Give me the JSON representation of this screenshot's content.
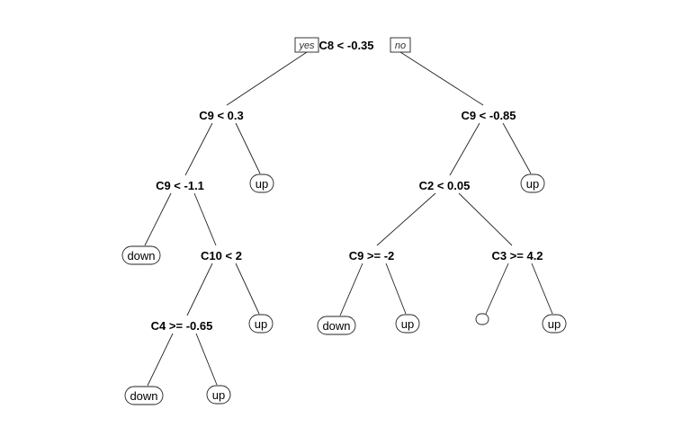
{
  "diagram": {
    "type": "decision-tree",
    "root_branch_labels": {
      "left": "yes",
      "right": "no"
    },
    "nodes": [
      {
        "id": "n1",
        "kind": "split",
        "label": "C8 < -0.35",
        "parent": null
      },
      {
        "id": "n2",
        "kind": "split",
        "label": "C9 < 0.3",
        "parent": "n1",
        "side": "left"
      },
      {
        "id": "n3",
        "kind": "split",
        "label": "C9 < -0.85",
        "parent": "n1",
        "side": "right"
      },
      {
        "id": "n4",
        "kind": "split",
        "label": "C9 < -1.1",
        "parent": "n2",
        "side": "left"
      },
      {
        "id": "n5",
        "kind": "leaf",
        "label": "up",
        "parent": "n2",
        "side": "right"
      },
      {
        "id": "n6",
        "kind": "leaf",
        "label": "down",
        "parent": "n4",
        "side": "left"
      },
      {
        "id": "n7",
        "kind": "split",
        "label": "C10 < 2",
        "parent": "n4",
        "side": "right"
      },
      {
        "id": "n8",
        "kind": "split",
        "label": "C4 >= -0.65",
        "parent": "n7",
        "side": "left"
      },
      {
        "id": "n9",
        "kind": "leaf",
        "label": "up",
        "parent": "n7",
        "side": "right"
      },
      {
        "id": "n10",
        "kind": "leaf",
        "label": "down",
        "parent": "n8",
        "side": "left"
      },
      {
        "id": "n11",
        "kind": "leaf",
        "label": "up",
        "parent": "n8",
        "side": "right"
      },
      {
        "id": "n12",
        "kind": "split",
        "label": "C2 < 0.05",
        "parent": "n3",
        "side": "left"
      },
      {
        "id": "n13",
        "kind": "leaf",
        "label": "up",
        "parent": "n3",
        "side": "right"
      },
      {
        "id": "n14",
        "kind": "split",
        "label": "C9 >= -2",
        "parent": "n12",
        "side": "left"
      },
      {
        "id": "n15",
        "kind": "split",
        "label": "C3 >= 4.2",
        "parent": "n12",
        "side": "right"
      },
      {
        "id": "n16",
        "kind": "leaf",
        "label": "down",
        "parent": "n14",
        "side": "left"
      },
      {
        "id": "n17",
        "kind": "leaf",
        "label": "up",
        "parent": "n14",
        "side": "right"
      },
      {
        "id": "n18",
        "kind": "leaf",
        "label": "",
        "parent": "n15",
        "side": "left"
      },
      {
        "id": "n19",
        "kind": "leaf",
        "label": "up",
        "parent": "n15",
        "side": "right"
      }
    ]
  }
}
